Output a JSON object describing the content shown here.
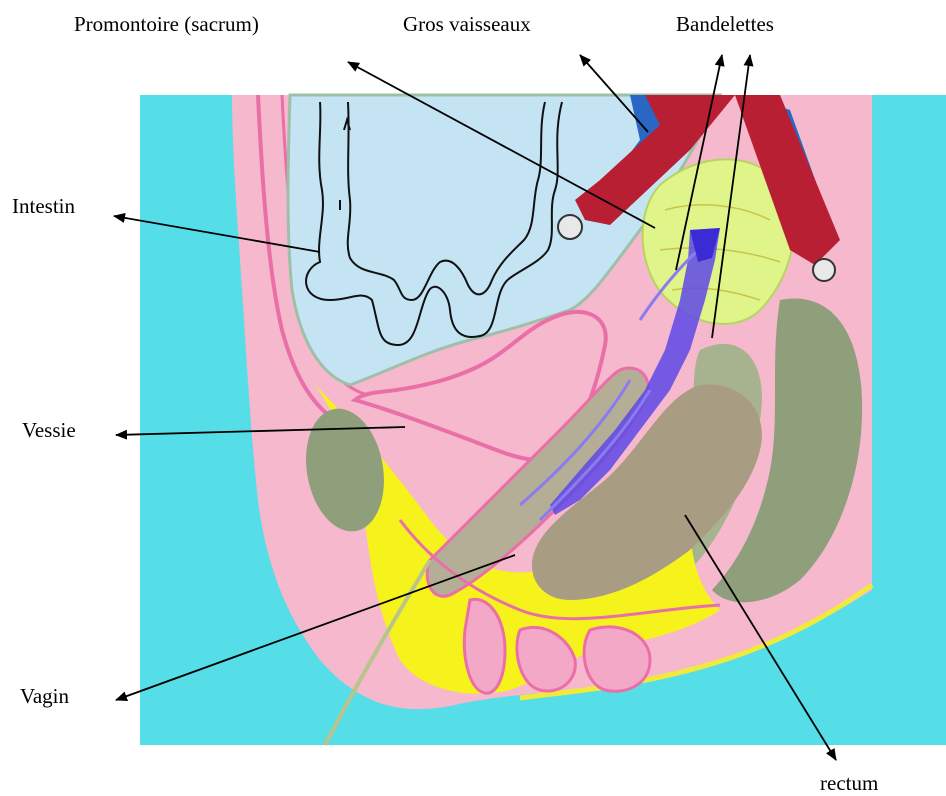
{
  "labels": {
    "promontoire": "Promontoire (sacrum)",
    "gros_vaisseaux": "Gros vaisseaux",
    "bandelettes": "Bandelettes",
    "intestin": "Intestin",
    "vessie": "Vessie",
    "vagin": "Vagin",
    "rectum": "rectum"
  },
  "colors": {
    "background": "#55dde8",
    "body_pink": "#f5b8cc",
    "pink_wall": "#ea6fa8",
    "abdomen": "#c4e4f4",
    "yellow_tissue": "#f6f21c",
    "green_promontoire": "#dff58a",
    "vessels": "#b81f33",
    "vessel_blue": "#2a66c4",
    "mesh_blue": "#5f48e6",
    "rectum": "#a89c82",
    "olive": "#8f9f7c"
  }
}
